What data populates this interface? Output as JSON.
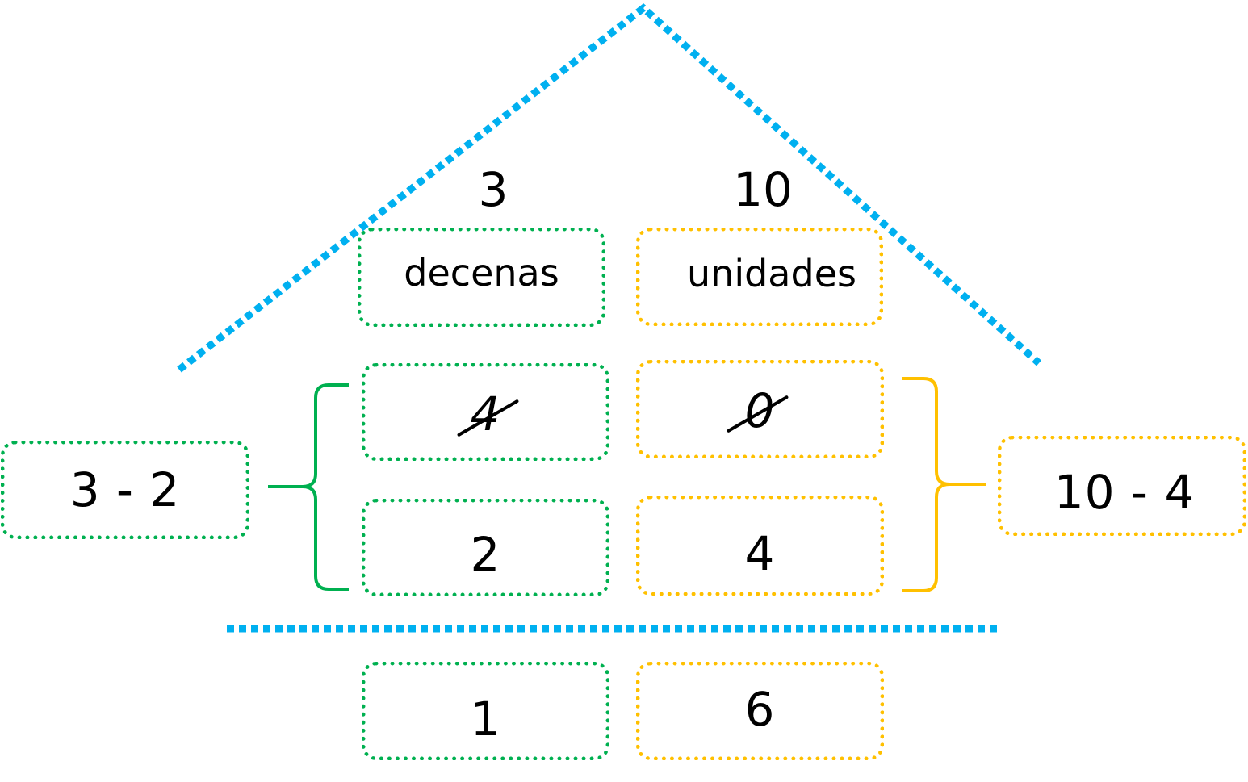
{
  "colors": {
    "roof_line": "#00b0f0",
    "decenas": "#00b050",
    "unidades": "#ffc000",
    "text": "#000000"
  },
  "header_numbers": {
    "decenas": "3",
    "unidades": "10"
  },
  "column_headers": {
    "decenas": "decenas",
    "unidades": "unidades"
  },
  "minuend": {
    "decenas": "4",
    "unidades": "0",
    "decenas_struck": true,
    "unidades_struck": true
  },
  "subtrahend": {
    "decenas": "2",
    "unidades": "4"
  },
  "result": {
    "decenas": "1",
    "unidades": "6"
  },
  "side_operations": {
    "decenas": "3 - 2",
    "unidades": "10 - 4"
  }
}
